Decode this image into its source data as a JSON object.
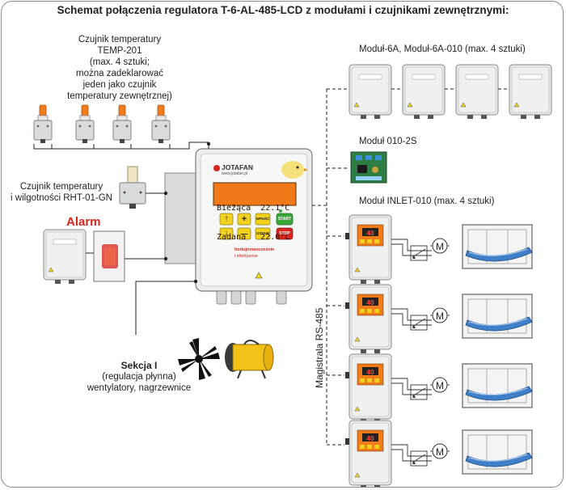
{
  "title": "Schemat połączenia regulatora T-6-AL-485-LCD z modułami i czujnikami zewnętrznymi:",
  "labels": {
    "temp201": [
      "Czujnik temperatury",
      "TEMP-201",
      "(max. 4 sztuki;",
      "można zadeklarować",
      "jeden jako czujnik",
      "temperatury zewnętrznej)"
    ],
    "rht": [
      "Czujnik temperatury",
      "i wilgotności RHT-01-GN"
    ],
    "alarm": "Alarm",
    "modul6a": "Moduł-6A, Moduł-6A-010 (max. 4 sztuki)",
    "modul010": "Moduł 010-2S",
    "inlet": "Moduł INLET-010 (max. 4 sztuki)",
    "section_title": "Sekcja I",
    "section_lines": [
      "(regulacja płynna)",
      "wentylatory, nagrzewnice"
    ],
    "magistrala": "Magistrala RS-485"
  },
  "controller": {
    "brand": "JOTAFAN",
    "url": "www.jotafan.pl",
    "lcd_line1": "Bieżąca  22.1°C",
    "lcd_line2": "Zadana   22.0°C",
    "btn_up": "↑",
    "btn_plus": "+",
    "btn_down": "↓",
    "btn_minus": "—",
    "btn_wpusc": "WPUŚĆ",
    "btn_ustaw": "USTAW",
    "btn_start": "START",
    "btn_stop": "STOP",
    "slogan1": "hodujnowocześnie",
    "slogan2": "i efektywnie"
  },
  "motor_label": "M",
  "display_value": "40",
  "colors": {
    "lcd_bg": "#f07a1a",
    "key_yellow": "#f2d21e",
    "start_green": "#3aa63a",
    "stop_red": "#d8261e",
    "flap_blue": "#3e7fc7",
    "sensor_orange": "#f07c1c",
    "heater_yellow": "#f2c21a"
  }
}
